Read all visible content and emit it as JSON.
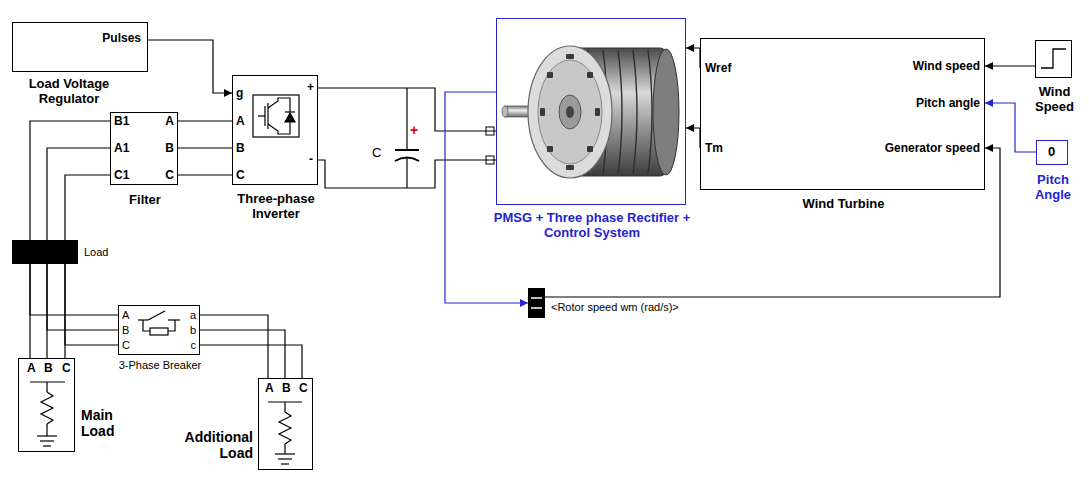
{
  "diagram": {
    "nodes": [
      {
        "text": [
          "Pulses",
          "Load Voltage Regulator"
        ]
      },
      {
        "text": [
          "B1",
          "A1",
          "C1",
          "A",
          "B",
          "C",
          "Filter"
        ]
      },
      {
        "text": [
          "g",
          "A",
          "B",
          "C",
          "+",
          "-",
          "Three-phase Inverter"
        ]
      },
      {
        "text": [
          "PMSG + Three phase Rectifier + Control System"
        ]
      },
      {
        "text": [
          "Wref",
          "Tm",
          "Wind speed",
          "Pitch angle",
          "Generator speed",
          "Wind Turbine"
        ]
      },
      {
        "text": [
          "Wind Speed"
        ]
      },
      {
        "text": [
          "0",
          "Pitch Angle"
        ]
      },
      {
        "text": [
          "Load"
        ]
      },
      {
        "text": [
          "<Rotor speed wm (rad/s)>"
        ]
      },
      {
        "text": [
          "A",
          "B",
          "C",
          "a",
          "b",
          "c",
          "3-Phase Breaker"
        ]
      },
      {
        "text": [
          "A",
          "B",
          "C",
          "Main Load"
        ]
      },
      {
        "text": [
          "A",
          "B",
          "C",
          "Additional Load"
        ]
      }
    ],
    "edges": [
      {
        "from": 0,
        "to": 2,
        "arrow": "to"
      },
      {
        "from": 2,
        "to": 1,
        "arrow": "none"
      },
      {
        "from": 2,
        "to": 1,
        "arrow": "none"
      },
      {
        "from": 2,
        "to": 1,
        "arrow": "none"
      },
      {
        "from": 1,
        "to": 7,
        "arrow": "none"
      },
      {
        "from": 1,
        "to": 7,
        "arrow": "none"
      },
      {
        "from": 1,
        "to": 7,
        "arrow": "none"
      },
      {
        "from": 2,
        "to": 3,
        "arrow": "none"
      },
      {
        "from": 2,
        "to": 3,
        "arrow": "none"
      },
      {
        "from": 4,
        "to": 3,
        "arrow": "to"
      },
      {
        "from": 4,
        "to": 3,
        "arrow": "to"
      },
      {
        "from": 5,
        "to": 4,
        "arrow": "to"
      },
      {
        "from": 6,
        "to": 4,
        "arrow": "to"
      },
      {
        "from": 3,
        "to": 8,
        "arrow": "to"
      },
      {
        "from": 8,
        "to": 4,
        "arrow": "to"
      },
      {
        "from": 7,
        "to": 10,
        "arrow": "none"
      },
      {
        "from": 7,
        "to": 10,
        "arrow": "none"
      },
      {
        "from": 7,
        "to": 10,
        "arrow": "none"
      },
      {
        "from": 7,
        "to": 9,
        "arrow": "none"
      },
      {
        "from": 7,
        "to": 9,
        "arrow": "none"
      },
      {
        "from": 7,
        "to": 9,
        "arrow": "none"
      },
      {
        "from": 9,
        "to": 11,
        "arrow": "none"
      },
      {
        "from": 9,
        "to": 11,
        "arrow": "none"
      },
      {
        "from": 9,
        "to": 11,
        "arrow": "none"
      }
    ],
    "labels": [
      "C",
      "+"
    ]
  }
}
